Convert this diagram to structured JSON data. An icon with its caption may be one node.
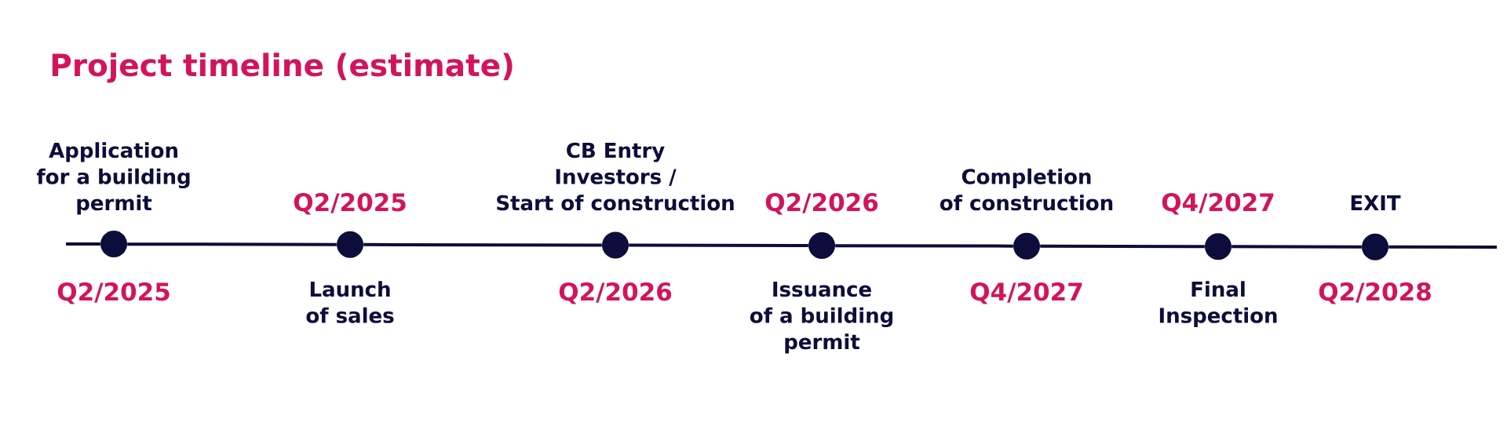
{
  "diagram": {
    "title": "Project timeline (estimate)",
    "nodes": [
      {
        "text": [],
        "shape": "circle",
        "beside": [
          "Application for a building permit",
          "Q2/2025"
        ]
      },
      {
        "text": [],
        "shape": "circle",
        "beside": [
          "Q2/2025",
          "Launch of sales"
        ]
      },
      {
        "text": [],
        "shape": "circle",
        "beside": [
          "CB Entry Investors / Start of construction",
          "Q2/2026"
        ]
      },
      {
        "text": [],
        "shape": "circle",
        "beside": [
          "Q2/2026",
          "Issuance of a building permit"
        ]
      },
      {
        "text": [],
        "shape": "circle",
        "beside": [
          "Completion of construction",
          "Q4/2027"
        ]
      },
      {
        "text": [],
        "shape": "circle",
        "beside": [
          "Q4/2027",
          "Final Inspection"
        ]
      },
      {
        "text": [],
        "shape": "circle",
        "beside": [
          "EXIT",
          "Q2/2028"
        ]
      }
    ],
    "edges": [
      {
        "from": null,
        "to": 0,
        "arrow": "none"
      },
      {
        "from": 0,
        "to": 1,
        "arrow": "none"
      },
      {
        "from": 1,
        "to": 2,
        "arrow": "none"
      },
      {
        "from": 2,
        "to": 3,
        "arrow": "none"
      },
      {
        "from": 3,
        "to": 4,
        "arrow": "none"
      },
      {
        "from": 4,
        "to": 5,
        "arrow": "none"
      },
      {
        "from": 5,
        "to": 6,
        "arrow": "none"
      },
      {
        "from": 6,
        "to": null,
        "arrow": "none"
      }
    ]
  }
}
